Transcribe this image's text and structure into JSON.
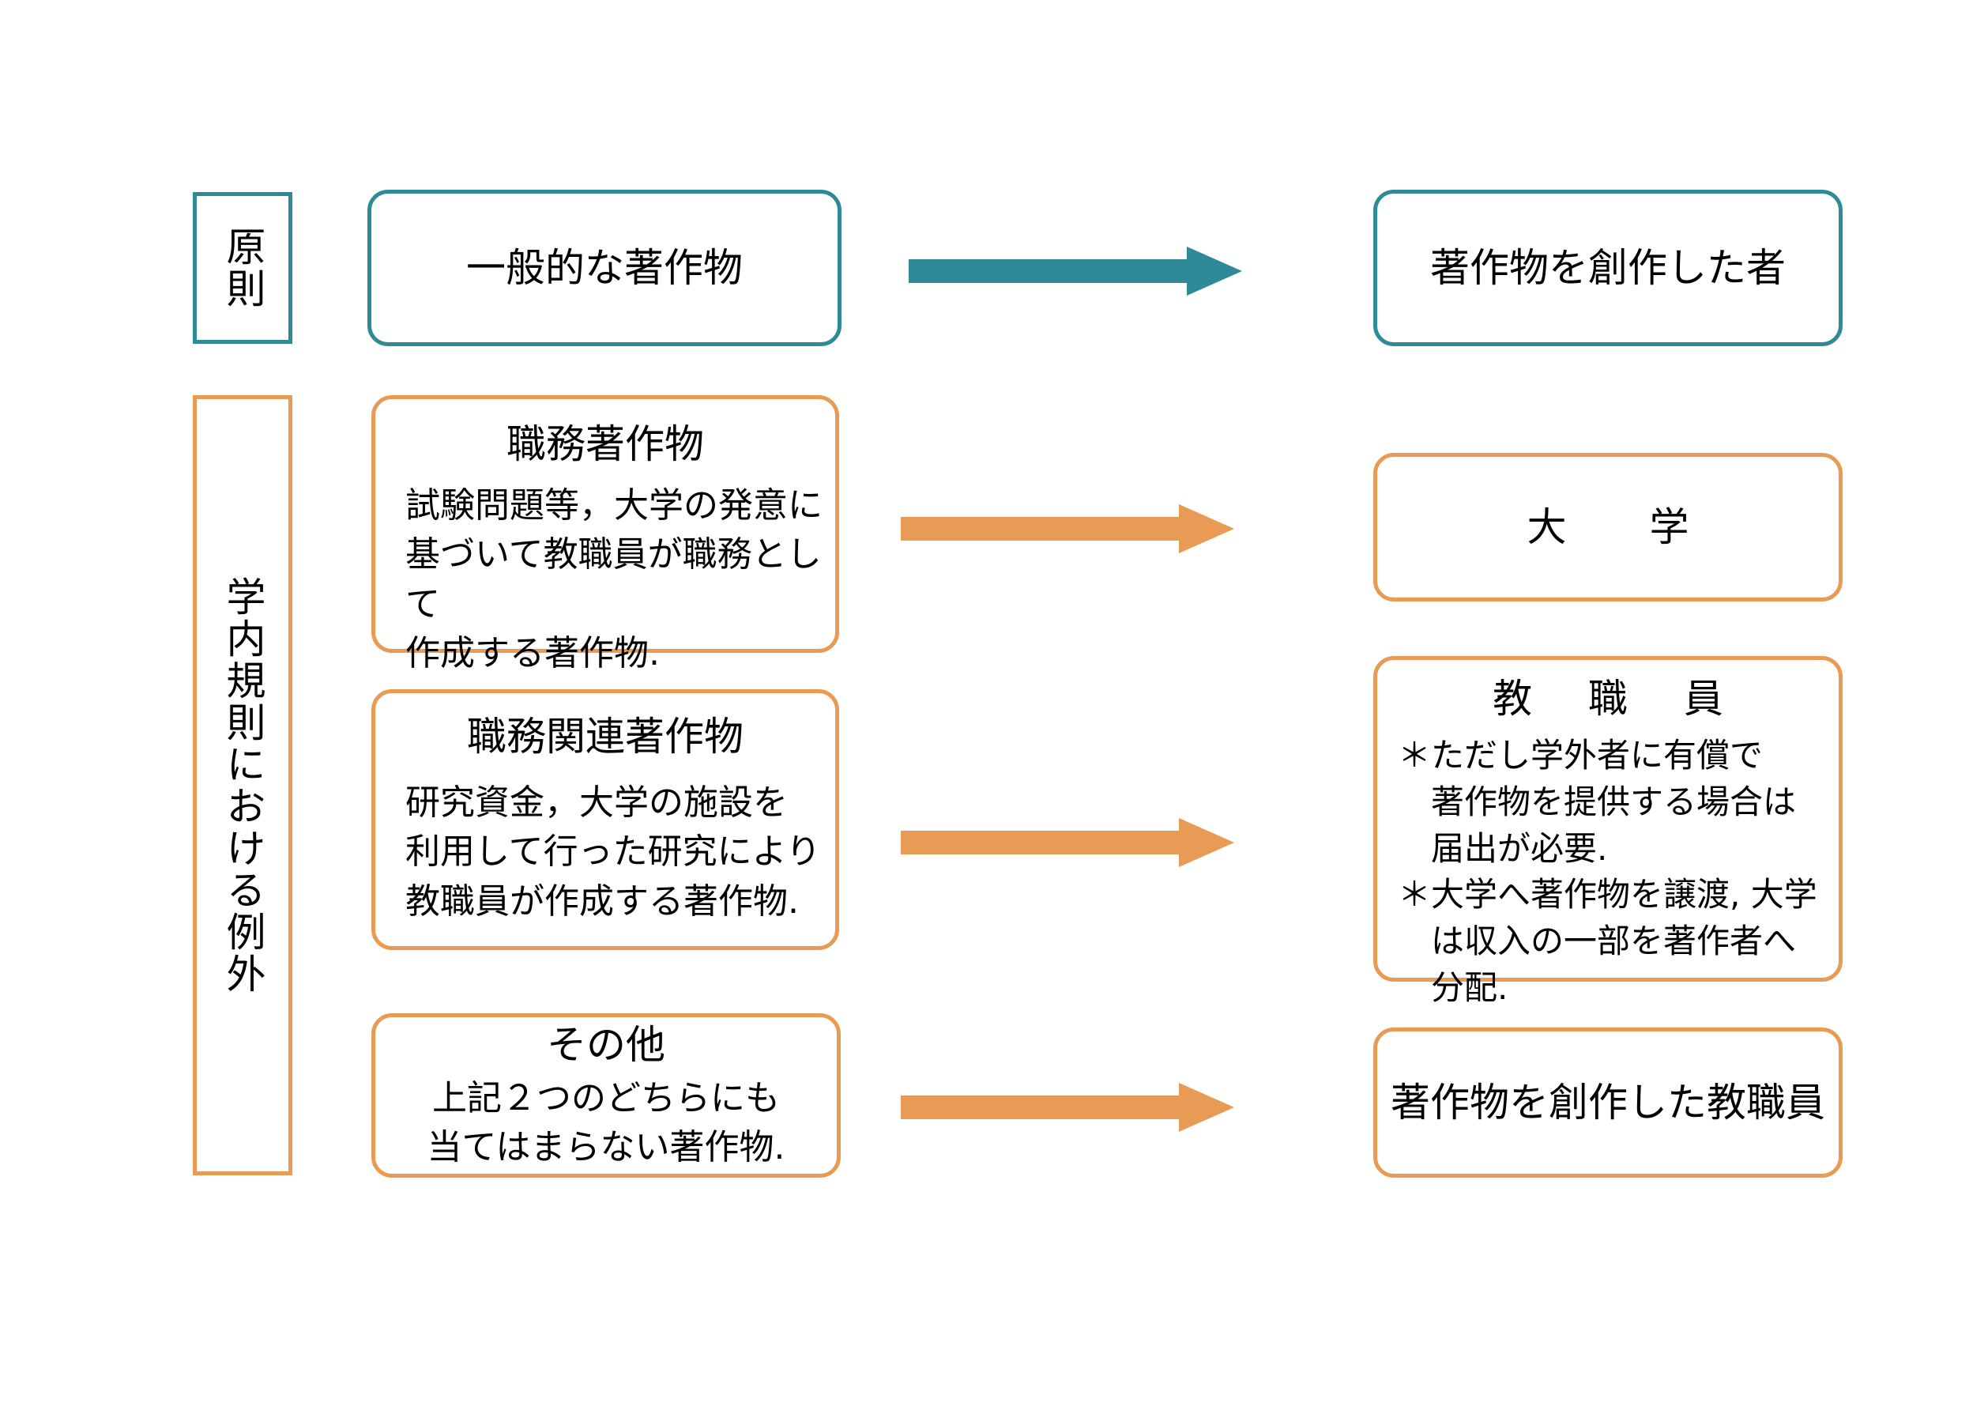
{
  "colors": {
    "principle_accent": "#2E8A96",
    "exception_accent": "#E79B55",
    "text": "#000000",
    "background": "#FFFFFF"
  },
  "rails": {
    "principle": {
      "label": "原則"
    },
    "exception": {
      "label": "学内規則における例外"
    }
  },
  "rows": [
    {
      "id": "general-work",
      "kind": "principle",
      "left": {
        "title": "一般的な著作物",
        "body": ""
      },
      "arrow": {
        "color": "#2E8A96",
        "direction": "right"
      },
      "right": {
        "title": "著作物を創作した者",
        "notes": []
      }
    },
    {
      "id": "work-made-for-hire",
      "kind": "exception",
      "left": {
        "title": "職務著作物",
        "body": "試験問題等，大学の発意に\n基づいて教職員が職務として\n作成する著作物."
      },
      "arrow": {
        "color": "#E79B55",
        "direction": "right"
      },
      "right": {
        "title": "大　学",
        "notes": []
      }
    },
    {
      "id": "work-related-to-duties",
      "kind": "exception",
      "left": {
        "title": "職務関連著作物",
        "body": "研究資金，大学の施設を\n利用して行った研究により\n教職員が作成する著作物."
      },
      "arrow": {
        "color": "#E79B55",
        "direction": "right"
      },
      "right": {
        "title": "教 職 員",
        "notes": [
          {
            "marker": "＊",
            "text": "ただし学外者に有償で\n著作物を提供する場合は\n届出が必要."
          },
          {
            "marker": "＊",
            "text": "大学へ著作物を譲渡, 大学\nは収入の一部を著作者へ\n分配."
          }
        ]
      }
    },
    {
      "id": "other-works",
      "kind": "exception",
      "left": {
        "title": "その他",
        "body": "上記２つのどちらにも\n当てはまらない著作物."
      },
      "arrow": {
        "color": "#E79B55",
        "direction": "right"
      },
      "right": {
        "title": "著作物を創作した教職員",
        "notes": []
      }
    }
  ]
}
